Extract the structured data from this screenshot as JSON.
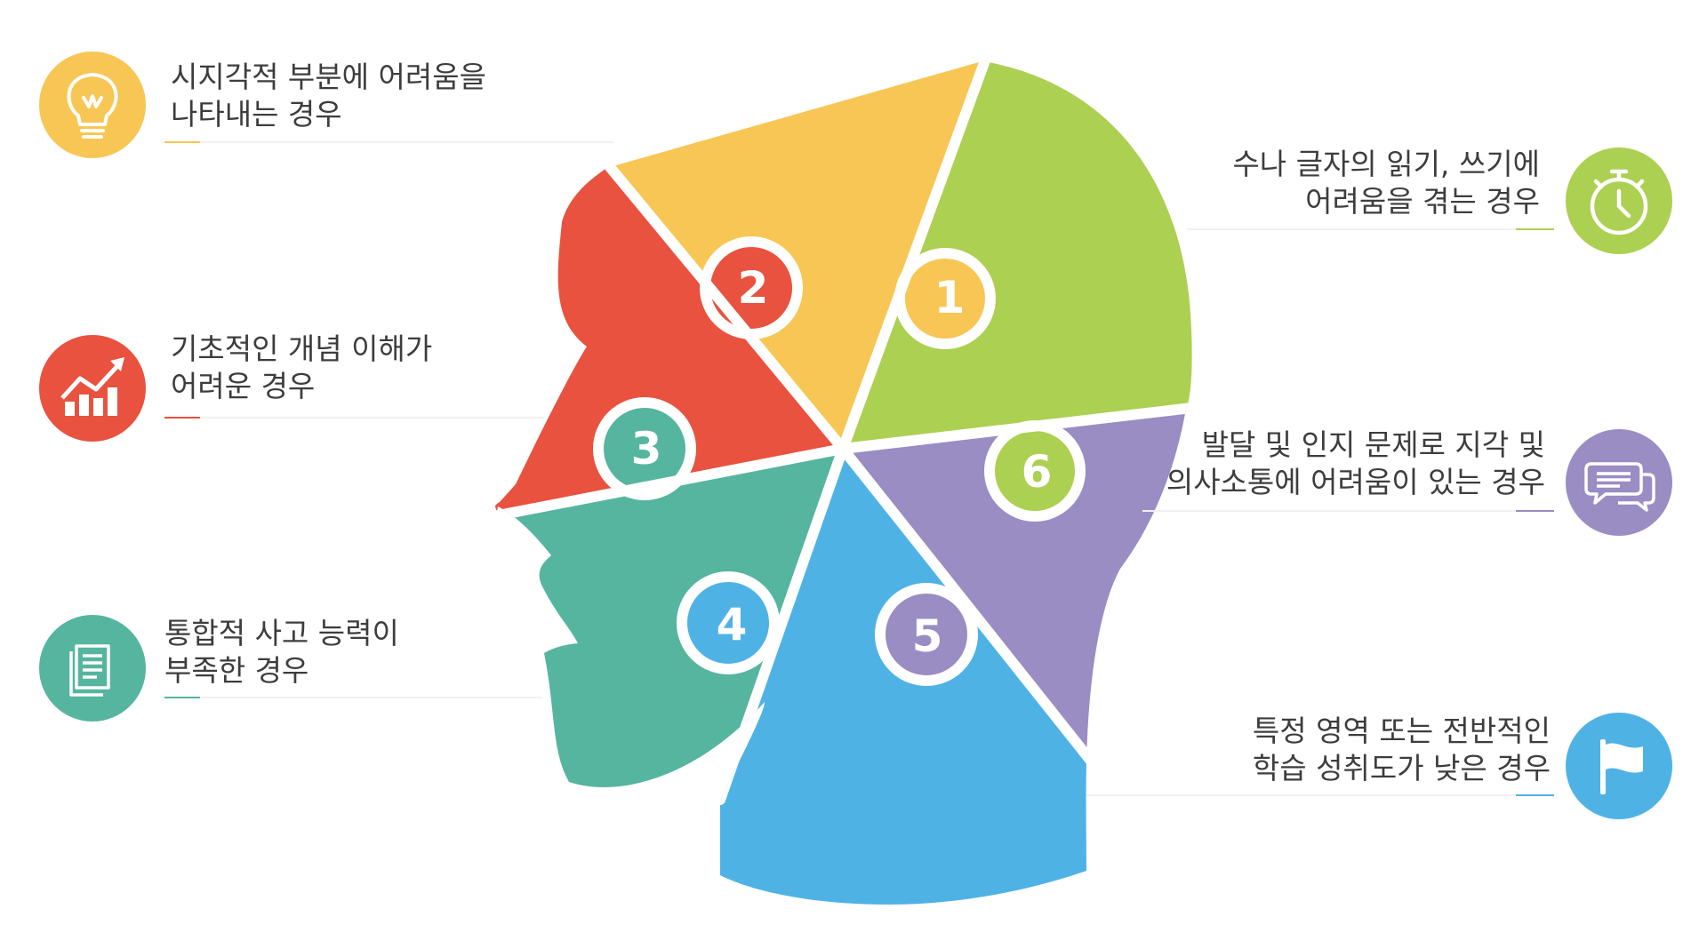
{
  "pieces": [
    {
      "num": "1",
      "color": "#f8c654"
    },
    {
      "num": "2",
      "color": "#e8523f"
    },
    {
      "num": "3",
      "color": "#56b59f"
    },
    {
      "num": "4",
      "color": "#4fb2e5"
    },
    {
      "num": "5",
      "color": "#9a8dc3"
    },
    {
      "num": "6",
      "color": "#acd052"
    }
  ],
  "items": [
    {
      "line1": "시지각적 부분에 어려움을",
      "line2": "나타내는 경우",
      "icon": "lightbulb-icon",
      "color": "#f8c654"
    },
    {
      "line1": "기초적인 개념 이해가",
      "line2": "어려운 경우",
      "icon": "growth-chart-icon",
      "color": "#e8523f"
    },
    {
      "line1": "통합적 사고 능력이",
      "line2": "부족한 경우",
      "icon": "document-icon",
      "color": "#56b59f"
    },
    {
      "line1": "수나 글자의 읽기, 쓰기에",
      "line2": "어려움을 겪는 경우",
      "icon": "stopwatch-icon",
      "color": "#acd052"
    },
    {
      "line1": "발달 및 인지 문제로 지각 및",
      "line2": "의사소통에 어려움이 있는 경우",
      "icon": "chat-bubbles-icon",
      "color": "#9a8dc3"
    },
    {
      "line1": "특정 영역 또는 전반적인",
      "line2": "학습 성취도가 낮은 경우",
      "icon": "flag-icon",
      "color": "#4fb2e5"
    }
  ]
}
